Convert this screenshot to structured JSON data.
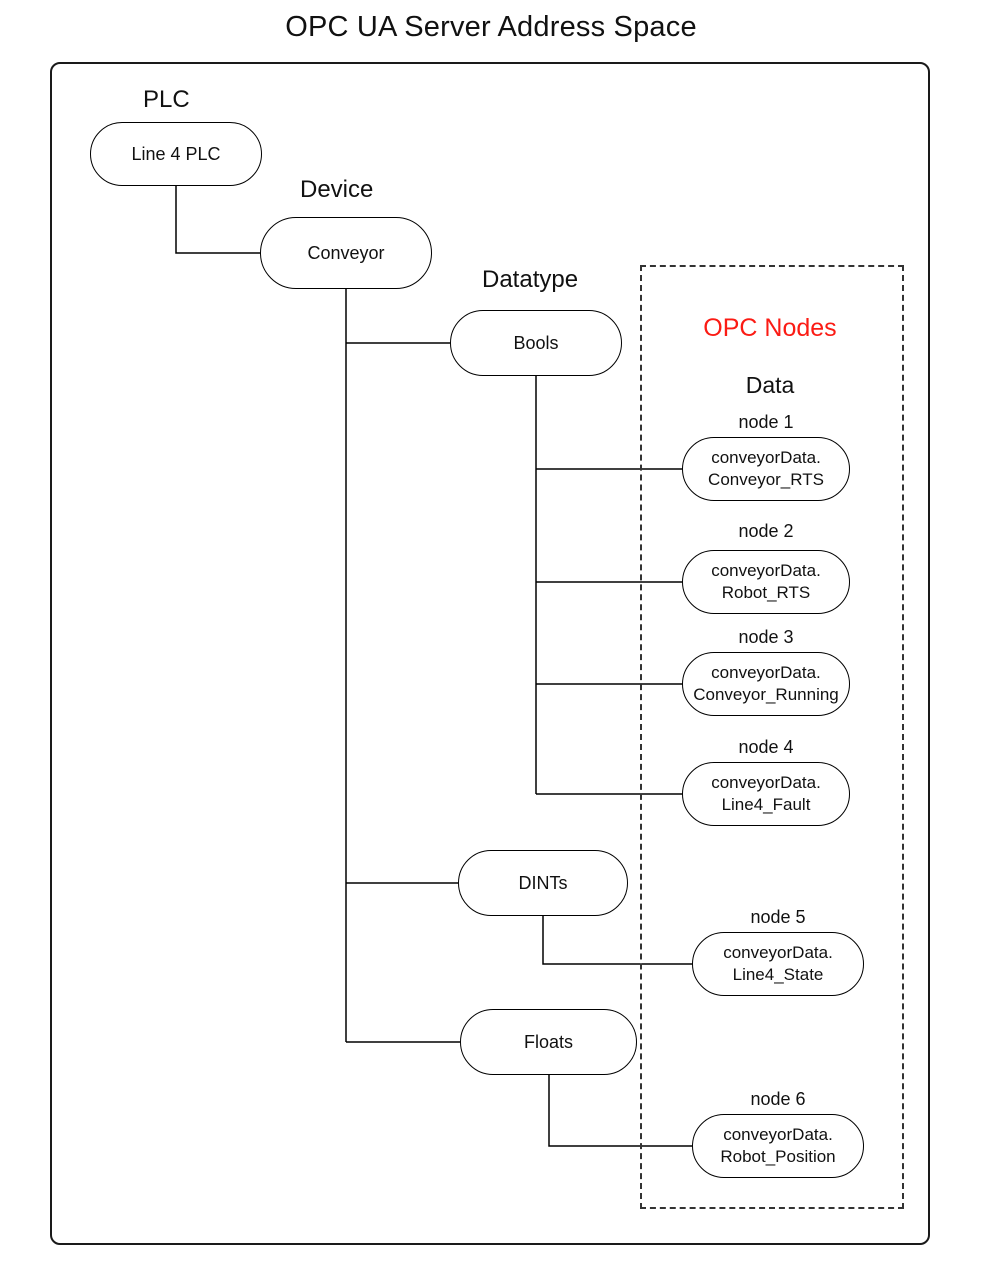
{
  "title": "OPC UA Server Address Space",
  "labels": {
    "plc": "PLC",
    "device": "Device",
    "datatype": "Datatype",
    "opc_nodes": "OPC Nodes",
    "data": "Data"
  },
  "nodes": {
    "plc": "Line 4 PLC",
    "device": "Conveyor",
    "bools": "Bools",
    "dints": "DINTs",
    "floats": "Floats"
  },
  "opc_nodes": [
    {
      "label": "node 1",
      "line1": "conveyorData.",
      "line2": "Conveyor_RTS"
    },
    {
      "label": "node 2",
      "line1": "conveyorData.",
      "line2": "Robot_RTS"
    },
    {
      "label": "node 3",
      "line1": "conveyorData.",
      "line2": "Conveyor_Running"
    },
    {
      "label": "node 4",
      "line1": "conveyorData.",
      "line2": "Line4_Fault"
    },
    {
      "label": "node 5",
      "line1": "conveyorData.",
      "line2": "Line4_State"
    },
    {
      "label": "node 6",
      "line1": "conveyorData.",
      "line2": "Robot_Position"
    }
  ],
  "colors": {
    "opc_nodes_title": "#fb1b14",
    "stroke": "#000000",
    "background": "#ffffff"
  }
}
